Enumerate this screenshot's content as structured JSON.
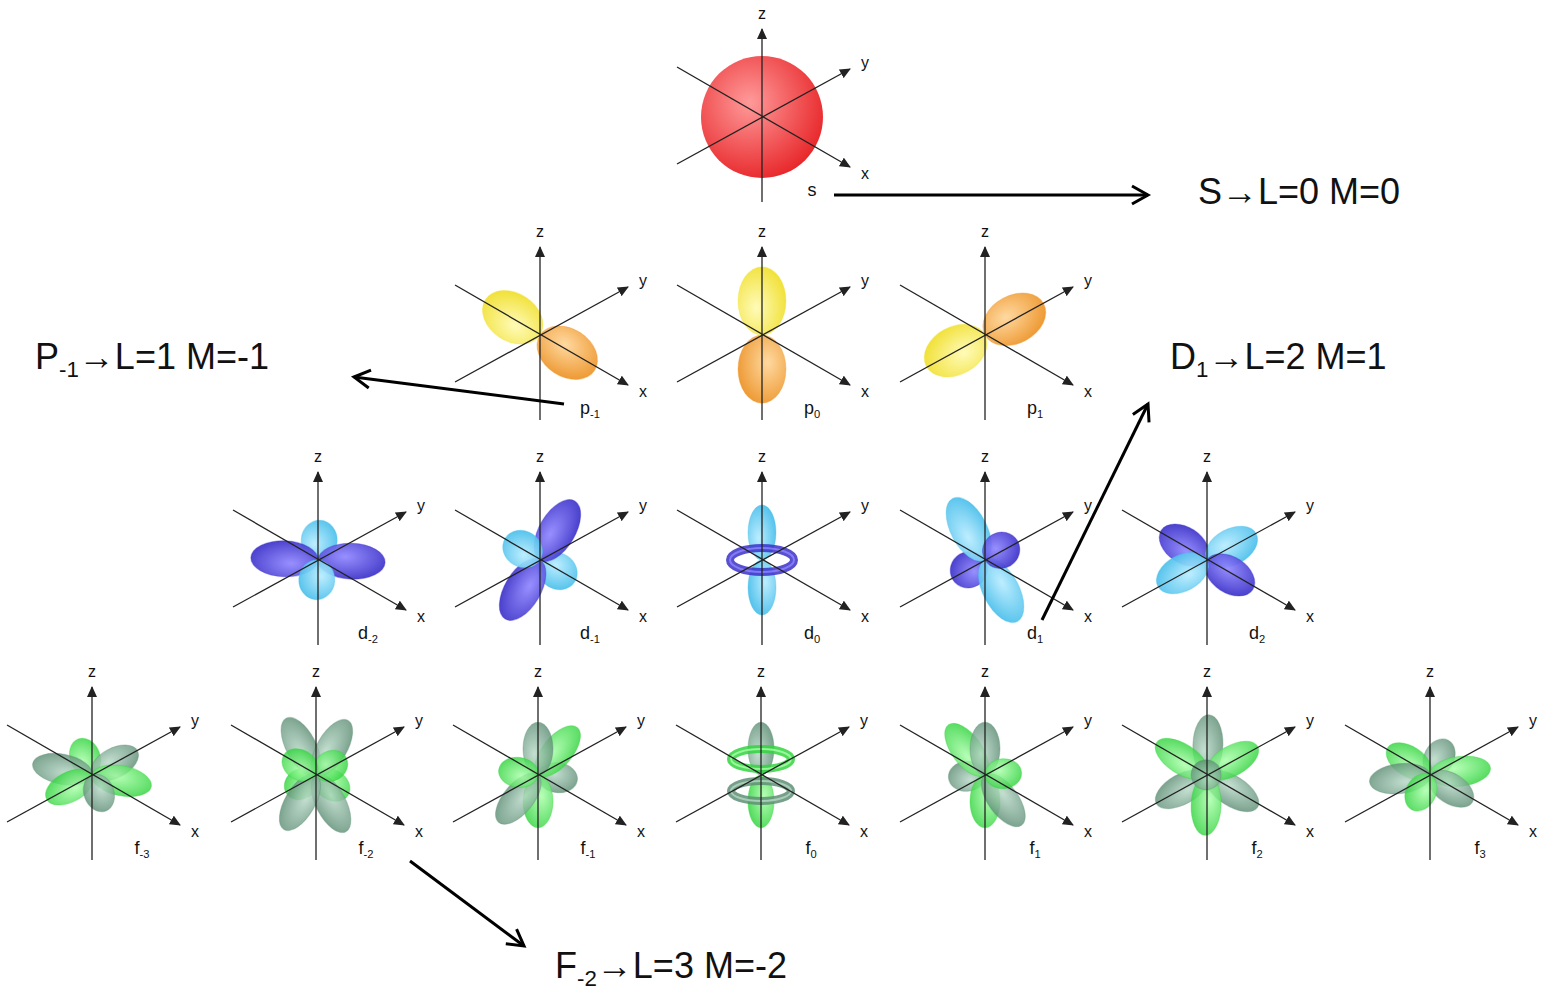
{
  "diagram": {
    "labels": [
      "z",
      "y",
      "x",
      "s",
      "z",
      "y",
      "x",
      "p-1",
      "z",
      "y",
      "x",
      "p0",
      "z",
      "y",
      "x",
      "p1",
      "z",
      "y",
      "x",
      "d-2",
      "z",
      "y",
      "x",
      "d-1",
      "z",
      "y",
      "x",
      "d0",
      "z",
      "y",
      "x",
      "d1",
      "z",
      "y",
      "x",
      "d2",
      "z",
      "y",
      "x",
      "f-3",
      "z",
      "y",
      "x",
      "f-2",
      "z",
      "y",
      "x",
      "f-1",
      "z",
      "y",
      "x",
      "f0",
      "z",
      "y",
      "x",
      "f1",
      "z",
      "y",
      "x",
      "f2",
      "z",
      "y",
      "x",
      "f3",
      "S→L=0 M=0",
      "P-1→L=1 M=-1",
      "D1→L=2 M=1",
      "F-2→L=3 M=-2"
    ]
  }
}
